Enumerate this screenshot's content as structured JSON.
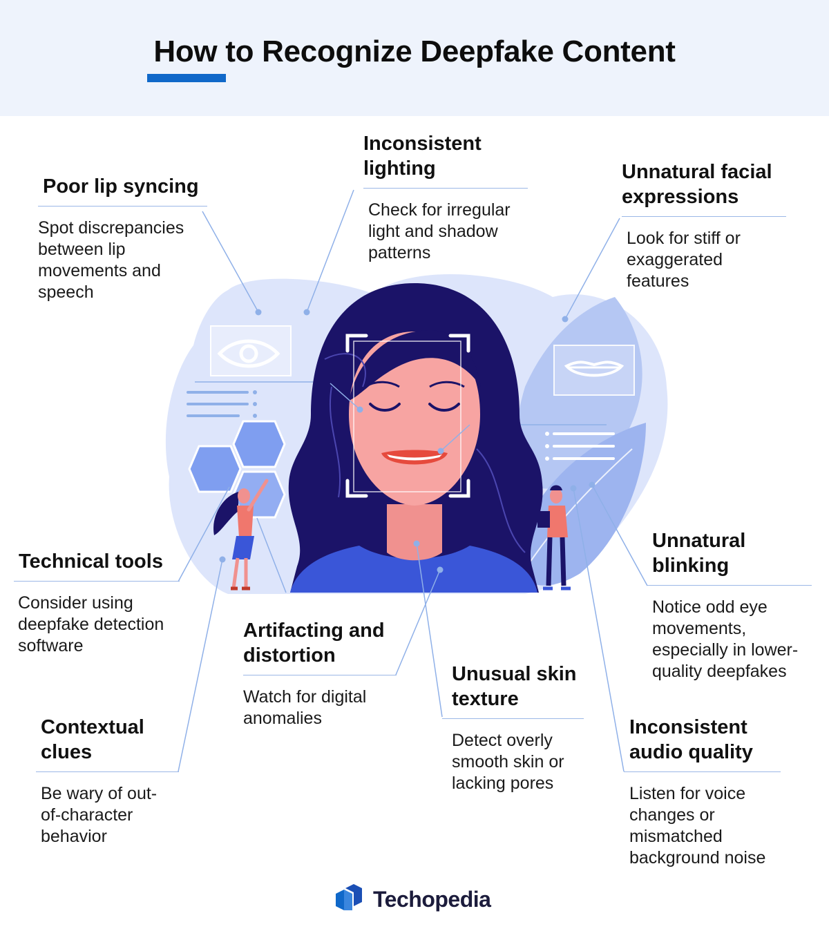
{
  "title": "How to Recognize Deepfake Content",
  "brand": {
    "name": "Techopedia",
    "logo_icon": "techopedia-logo-icon"
  },
  "colors": {
    "accent": "#1068c9",
    "navy_hair": "#1b1368",
    "skin": "#f7a4a2",
    "blob": "#dbe3fb",
    "connector": "#8fb0e8"
  },
  "callouts": [
    {
      "id": "poor-lip-syncing",
      "heading": "Poor lip syncing",
      "description": "Spot discrepancies between lip movements and speech"
    },
    {
      "id": "inconsistent-lighting",
      "heading": "Inconsistent lighting",
      "description": "Check for irregular light and shadow patterns"
    },
    {
      "id": "unnatural-facial-expressions",
      "heading": "Unnatural facial expressions",
      "description": "Look for stiff or exaggerated features"
    },
    {
      "id": "technical-tools",
      "heading": "Technical tools",
      "description": "Consider using deepfake detection software"
    },
    {
      "id": "unnatural-blinking",
      "heading": "Unnatural blinking",
      "description": "Notice odd eye movements, especially in lower-quality deepfakes"
    },
    {
      "id": "artifacting-and-distortion",
      "heading": "Artifacting and distortion",
      "description": "Watch for digital anomalies"
    },
    {
      "id": "unusual-skin-texture",
      "heading": "Unusual skin texture",
      "description": "Detect overly smooth skin or lacking pores"
    },
    {
      "id": "contextual-clues",
      "heading": "Contextual clues",
      "description": "Be wary of out-of-character behavior"
    },
    {
      "id": "inconsistent-audio-quality",
      "heading": "Inconsistent audio quality",
      "description": "Listen for voice changes or mismatched background noise"
    }
  ]
}
